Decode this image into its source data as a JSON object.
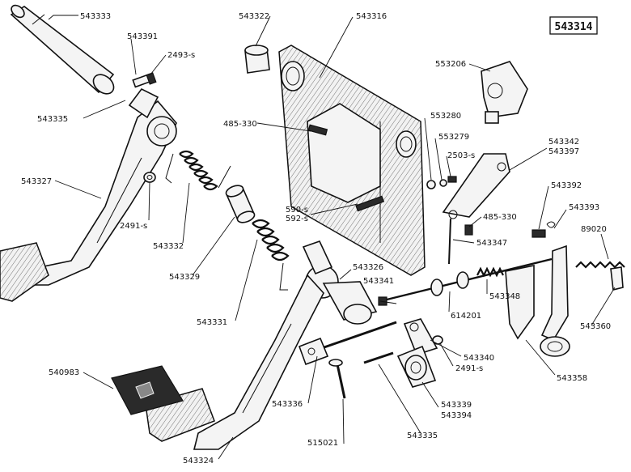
{
  "diagram": {
    "sheet_number": "543314",
    "callouts": {
      "p543333": "543333",
      "p543391": "543391",
      "p2493s": "2493-s",
      "p543335a": "543335",
      "p543327": "543327",
      "p2491s_a": "2491-s",
      "p543332": "543332",
      "p543329": "543329",
      "p543331": "543331",
      "p543322": "543322",
      "p543316": "543316",
      "p485_330a": "485-330",
      "p590s": "590-s",
      "p592s": "592-s",
      "p553206": "553206",
      "p553280": "553280",
      "p553279": "553279",
      "p2503s": "2503-s",
      "p543342": "543342",
      "p543397": "543397",
      "p485_330b": "485-330",
      "p543347": "543347",
      "p543392": "543392",
      "p543393": "543393",
      "p89020": "89020",
      "p543326": "543326",
      "p543341": "543341",
      "p543348": "543348",
      "p614201": "614201",
      "p543340": "543340",
      "p2491s_b": "2491-s",
      "p543360": "543360",
      "p543358": "543358",
      "p540983": "540983",
      "p543336": "543336",
      "p543339": "543339",
      "p543394": "543394",
      "p515021": "515021",
      "p543335b": "543335",
      "p543324": "543324"
    }
  }
}
